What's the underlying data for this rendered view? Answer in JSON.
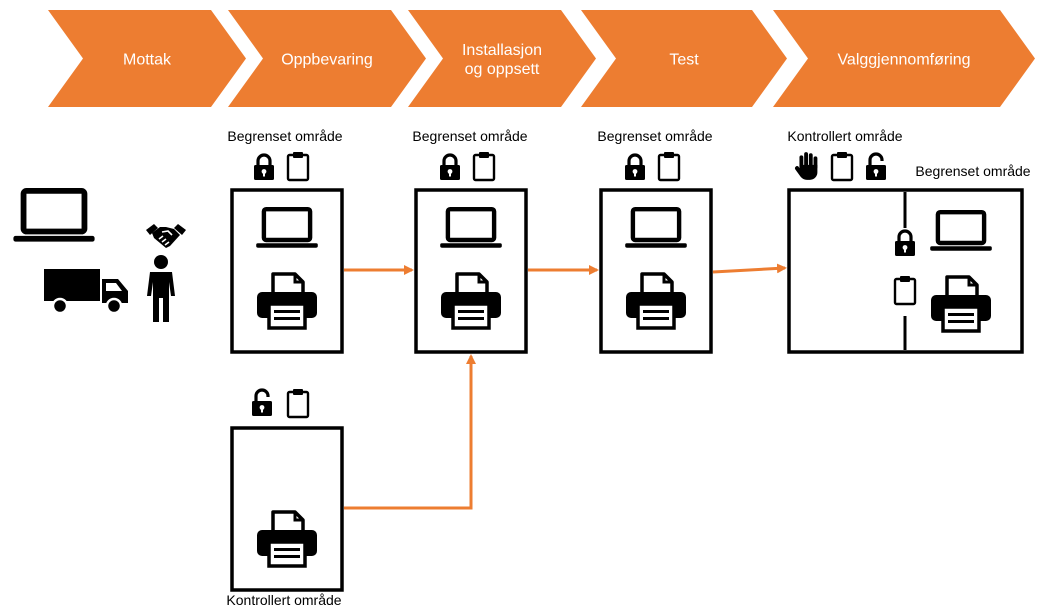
{
  "colors": {
    "accent": "#ED7D31",
    "ink": "#000000",
    "background": "#FFFFFF"
  },
  "stages": [
    {
      "lines": [
        "Mottak"
      ]
    },
    {
      "lines": [
        "Oppbevaring"
      ]
    },
    {
      "lines": [
        "Installasjon",
        "og oppsett"
      ]
    },
    {
      "lines": [
        "Test"
      ]
    },
    {
      "lines": [
        "Valggjennomføring"
      ]
    }
  ],
  "areas": {
    "storage_label": "Begrenset område",
    "install_label": "Begrenset område",
    "test_label": "Begrenset område",
    "election_controlled_label": "Kontrollert område",
    "election_restricted_label": "Begrenset område",
    "printer_store_label": "Kontrollert område"
  },
  "icons": {
    "receiving": [
      "laptop-icon",
      "truck-icon",
      "handshake-icon",
      "person-icon"
    ],
    "room": [
      "laptop-icon",
      "printer-icon"
    ],
    "access": [
      "lock-closed-icon",
      "lock-open-icon",
      "clipboard-icon",
      "hand-stop-icon"
    ]
  }
}
